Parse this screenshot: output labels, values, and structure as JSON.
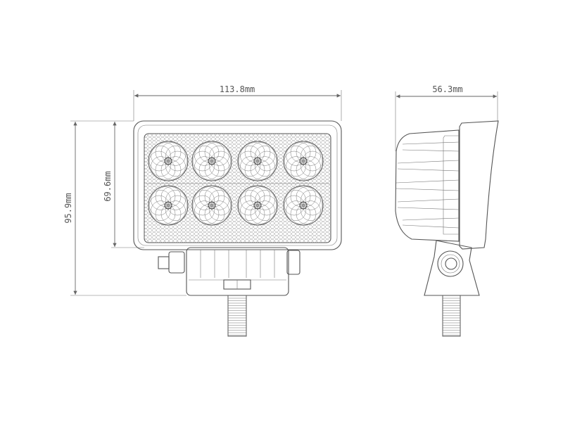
{
  "dimensions": {
    "width": "113.8mm",
    "depth": "56.3mm",
    "total_height": "95.9mm",
    "housing_height": "69.6mm"
  },
  "views": {
    "front": {
      "led_rows": 2,
      "led_columns": 4
    },
    "side": {}
  },
  "colors": {
    "line": "#555555",
    "background": "#ffffff"
  }
}
